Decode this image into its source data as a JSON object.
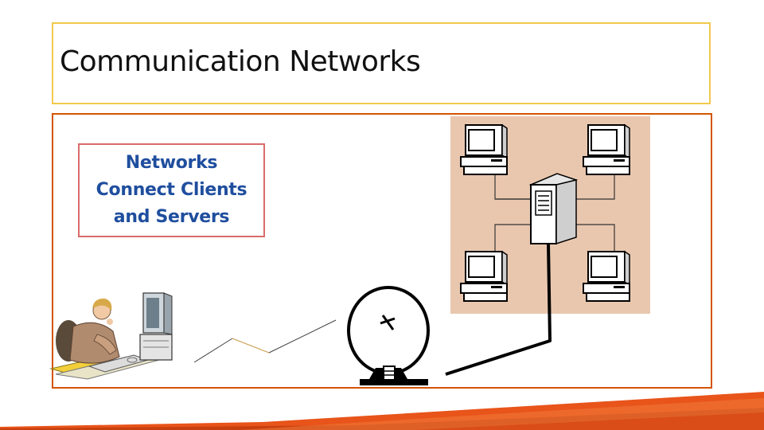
{
  "slide": {
    "title": "Communication Networks",
    "label_lines": [
      "Networks",
      "Connect Clients",
      "and Servers"
    ]
  },
  "colors": {
    "title_border": "#f2c94c",
    "content_border": "#d35400",
    "label_border": "#d96b6b",
    "label_text": "#1f4e9e",
    "network_panel": "#e9c7ae",
    "footer_orange": "#e8541a"
  },
  "icons": [
    "computer-icon",
    "server-icon",
    "satellite-dish-icon",
    "woman-at-computer-icon"
  ]
}
